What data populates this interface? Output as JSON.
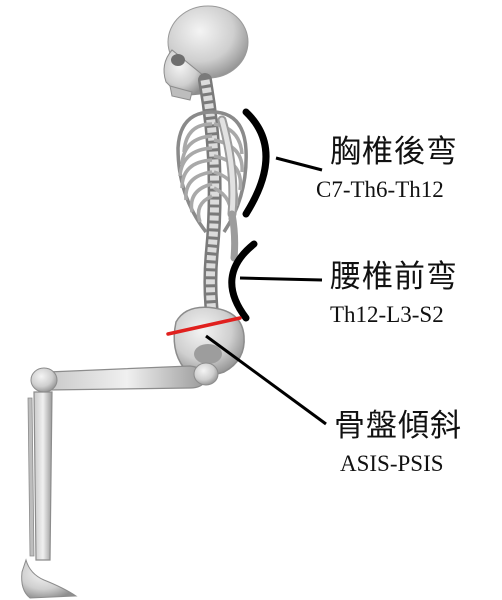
{
  "annotations": {
    "thoracic_kyphosis": {
      "label": "胸椎後弯",
      "landmarks": "C7-Th6-Th12"
    },
    "lumbar_lordosis": {
      "label": "腰椎前弯",
      "landmarks": "Th12-L3-S2"
    },
    "pelvic_tilt": {
      "label": "骨盤傾斜",
      "landmarks": "ASIS-PSIS"
    }
  },
  "colors": {
    "bone": "#d8d8d8",
    "bone_shadow": "#8c8c8c",
    "pelvic_line": "#e0201e",
    "ink": "#111111"
  }
}
